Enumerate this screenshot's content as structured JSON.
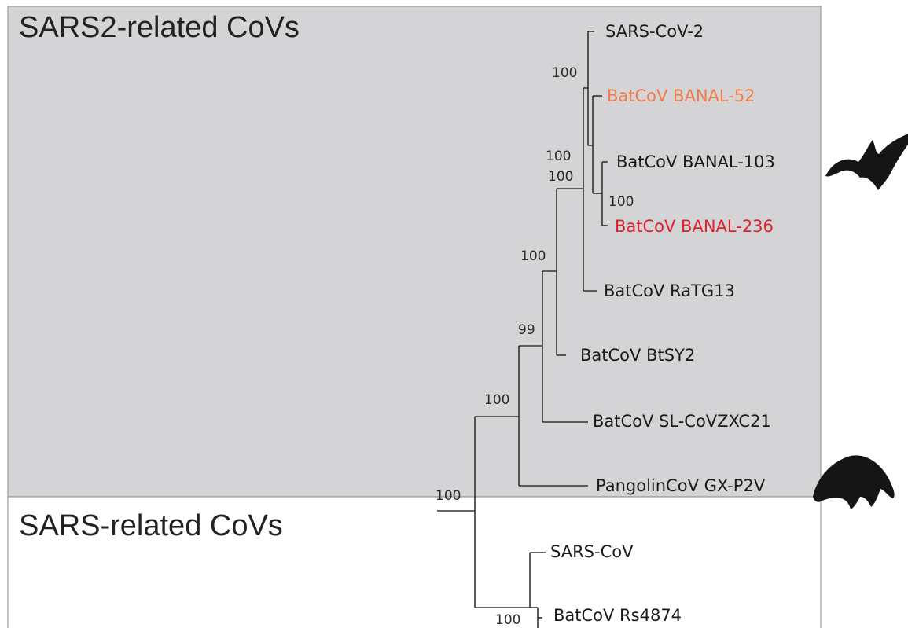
{
  "panels": {
    "sars2_related": {
      "title": "SARS2-related CoVs",
      "background": "#d4d4d6"
    },
    "sars_related": {
      "title": "SARS-related CoVs",
      "background": "#ffffff"
    }
  },
  "leaves": {
    "sars_cov_2": "SARS-CoV-2",
    "banal_52": "BatCoV BANAL-52",
    "banal_103": "BatCoV BANAL-103",
    "banal_236": "BatCoV BANAL-236",
    "ratg13": "BatCoV RaTG13",
    "btsy2": "BatCoV BtSY2",
    "zxc21": "BatCoV SL-CoVZXC21",
    "pangolin": "PangolinCoV GX-P2V",
    "sars_cov": "SARS-CoV",
    "rs4874": "BatCoV Rs4874"
  },
  "bootstrap": {
    "banal52_node": "100",
    "banal_clade": "100",
    "ratg13_node": "100",
    "banal103_236": "100",
    "btsy2_node": "100",
    "zxc21_node": "99",
    "pangolin_node": "100",
    "root": "100",
    "rs4874_node": "100"
  },
  "colors": {
    "banal_52": "#f07a4a",
    "banal_236": "#e0202a",
    "default_label": "#1a1a1a",
    "branch": "#333333"
  },
  "icons": {
    "bat": "bat-silhouette-icon",
    "pangolin": "pangolin-silhouette-icon"
  }
}
